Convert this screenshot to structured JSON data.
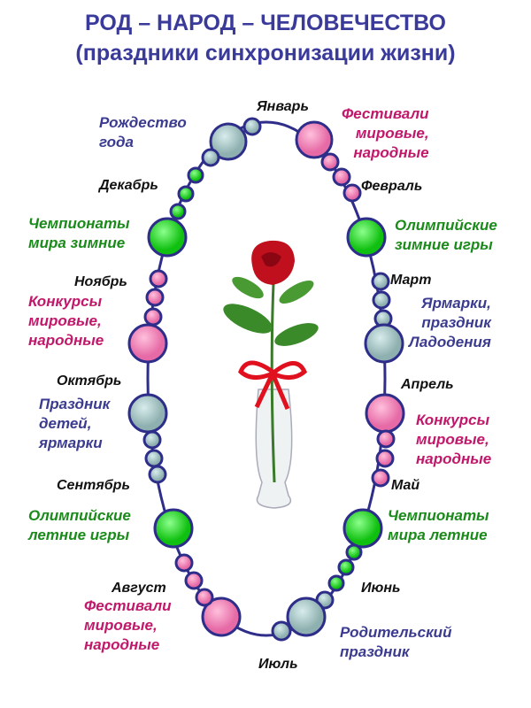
{
  "title": {
    "line1": "РОД – НАРОД – ЧЕЛОВЕЧЕСТВО",
    "line2": "(праздники синхронизации жизни)"
  },
  "months": {
    "jan": "Январь",
    "feb": "Февраль",
    "mar": "Март",
    "apr": "Апрель",
    "may": "Май",
    "jun": "Июнь",
    "jul": "Июль",
    "aug": "Август",
    "sep": "Сентябрь",
    "oct": "Октябрь",
    "nov": "Ноябрь",
    "dec": "Декабрь"
  },
  "events": {
    "christmas": "Рождество\nгода",
    "festivals_jan": "Фестивали\nмировые,\nнародные",
    "winter_olympics": "Олимпийские\nзимние игры",
    "fairs_ladodenie": "Ярмарки,\nпраздник\nЛадодения",
    "contests_apr": "Конкурсы\nмировые,\nнародные",
    "summer_championships": "Чемпионаты\nмира летние",
    "parents_day": "Родительский\nпраздник",
    "festivals_aug": "Фестивали\nмировые,\nнародные",
    "summer_olympics": "Олимпийские\nлетние игры",
    "children_day": "Праздник\nдетей,\nярмарки",
    "contests_nov": "Конкурсы\nмировые,\nнародные",
    "winter_championships": "Чемпионаты\nмира зимние"
  },
  "colors": {
    "blue": "#3b3b8f",
    "pink": "#c0186a",
    "green": "#1a8a1a",
    "bead_grey": "#a9c8c8",
    "bead_pink": "#f08ab8",
    "bead_green": "#22dd22"
  }
}
